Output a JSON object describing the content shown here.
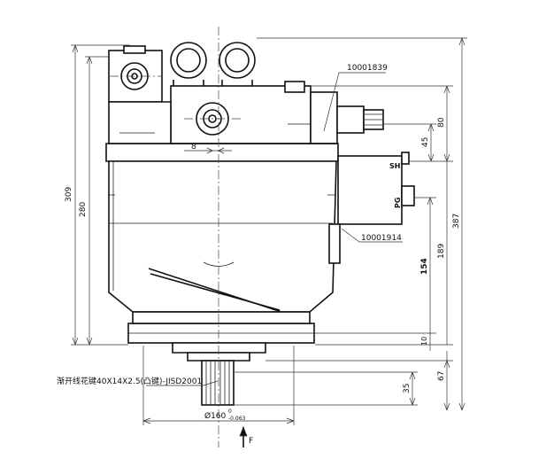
{
  "part_numbers": {
    "upper": "10001839",
    "lower": "10001914"
  },
  "port_labels": {
    "sh": "SH",
    "pg": "PG"
  },
  "spline_spec": "渐开线花键40X14X2.5(凸键)-JISD2001",
  "dimensions": {
    "d309": "309",
    "d280": "280",
    "d8": "8",
    "d45": "45",
    "d80": "80",
    "d387": "387",
    "d189": "189",
    "d154": "154",
    "d10": "10",
    "d67": "67",
    "d35": "35",
    "dia160": "Ø160",
    "tol_upper": "0",
    "tol_lower": "-0.063"
  },
  "force_label": "F",
  "colors": {
    "line": "#111111",
    "background": "#ffffff"
  }
}
